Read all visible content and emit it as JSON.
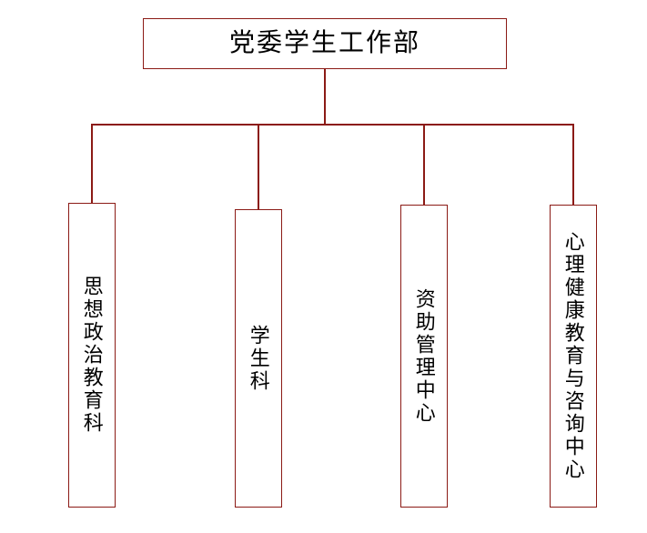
{
  "chart": {
    "type": "org-chart",
    "title": "党委学生工作部",
    "root": {
      "label": "党委学生工作部"
    },
    "children": [
      {
        "label": "思想政治教育科"
      },
      {
        "label": "学生科"
      },
      {
        "label": "资助管理中心"
      },
      {
        "label": "心理健康教育与咨询中心"
      }
    ],
    "colors": {
      "border": "#8b1a15",
      "connector": "#8b1a15",
      "text": "#000000",
      "background": "#ffffff"
    }
  }
}
